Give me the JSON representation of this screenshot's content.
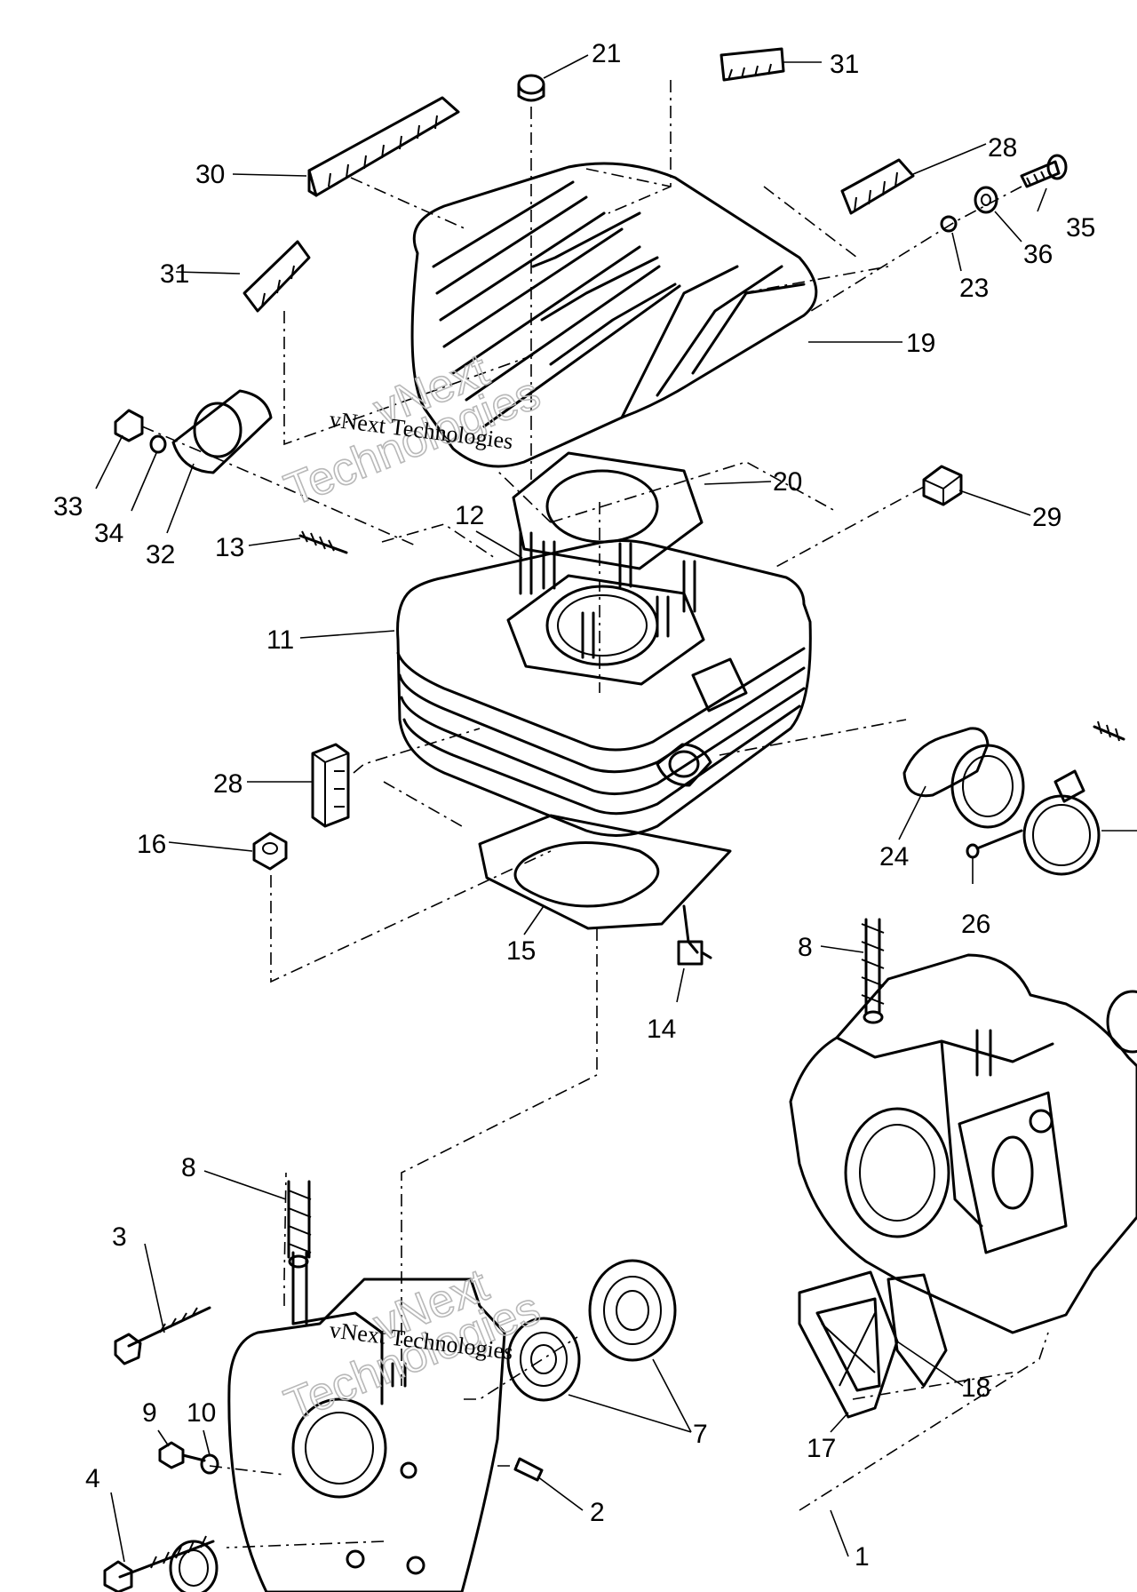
{
  "watermark": {
    "line1": "vNext",
    "line2": "Technologies",
    "caption": "vNext Technologies"
  },
  "callouts": [
    {
      "id": "21",
      "label": "21"
    },
    {
      "id": "31a",
      "label": "31"
    },
    {
      "id": "30",
      "label": "30"
    },
    {
      "id": "28a",
      "label": "28"
    },
    {
      "id": "35",
      "label": "35"
    },
    {
      "id": "36",
      "label": "36"
    },
    {
      "id": "31b",
      "label": "31"
    },
    {
      "id": "23",
      "label": "23"
    },
    {
      "id": "19",
      "label": "19"
    },
    {
      "id": "33",
      "label": "33"
    },
    {
      "id": "34",
      "label": "34"
    },
    {
      "id": "32",
      "label": "32"
    },
    {
      "id": "20",
      "label": "20"
    },
    {
      "id": "12",
      "label": "12"
    },
    {
      "id": "13",
      "label": "13"
    },
    {
      "id": "29",
      "label": "29"
    },
    {
      "id": "11",
      "label": "11"
    },
    {
      "id": "28b",
      "label": "28"
    },
    {
      "id": "16",
      "label": "16"
    },
    {
      "id": "24",
      "label": "24"
    },
    {
      "id": "26",
      "label": "26"
    },
    {
      "id": "15",
      "label": "15"
    },
    {
      "id": "14",
      "label": "14"
    },
    {
      "id": "8a",
      "label": "8"
    },
    {
      "id": "8b",
      "label": "8"
    },
    {
      "id": "3",
      "label": "3"
    },
    {
      "id": "9",
      "label": "9"
    },
    {
      "id": "10",
      "label": "10"
    },
    {
      "id": "7",
      "label": "7"
    },
    {
      "id": "18",
      "label": "18"
    },
    {
      "id": "17",
      "label": "17"
    },
    {
      "id": "4",
      "label": "4"
    },
    {
      "id": "2",
      "label": "2"
    },
    {
      "id": "1",
      "label": "1"
    }
  ]
}
